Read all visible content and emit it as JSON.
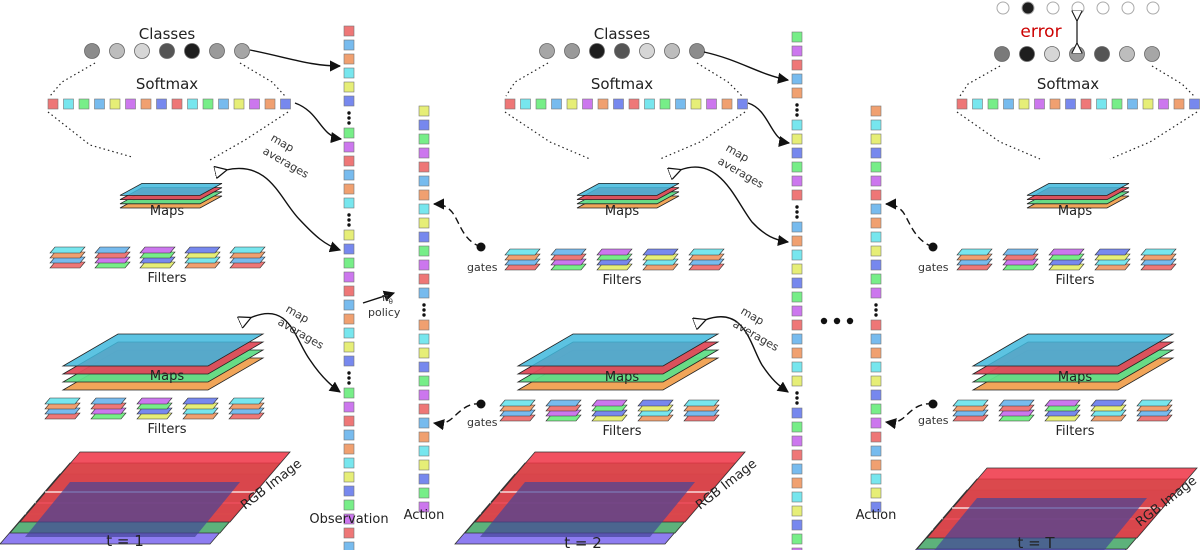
{
  "labels": {
    "classes": "Classes",
    "softmax": "Softmax",
    "maps": "Maps",
    "filters": "Filters",
    "map_averages_1": "map",
    "map_averages_2": "averages",
    "rgb_image": "RGB Image",
    "observation": "Observation",
    "action": "Action",
    "policy": "policy",
    "pi_theta": "π",
    "theta_sub": "θ",
    "gates": "gates",
    "error": "error",
    "t1": "t = 1",
    "t2": "t = 2",
    "tT": "t = T"
  },
  "colors": {
    "palette": [
      "#ee7777",
      "#77e6ee",
      "#77ee88",
      "#77bbee",
      "#e6ee77",
      "#cc77ee",
      "#f0a070",
      "#7788ee",
      "#aaaaaa"
    ],
    "class_grays": [
      "#8c8c8c",
      "#bdbdbd",
      "#d6d6d6",
      "#555555",
      "#1e1e1e",
      "#9a9a9a",
      "#a6a6a6"
    ],
    "map_layers": [
      "#f0a050",
      "#60dd88",
      "#e04a5a",
      "#40b8dd"
    ],
    "rgb_layers": [
      "#7a66ee",
      "#55bb66",
      "#ee3344"
    ],
    "error_text": "#cc0000"
  }
}
